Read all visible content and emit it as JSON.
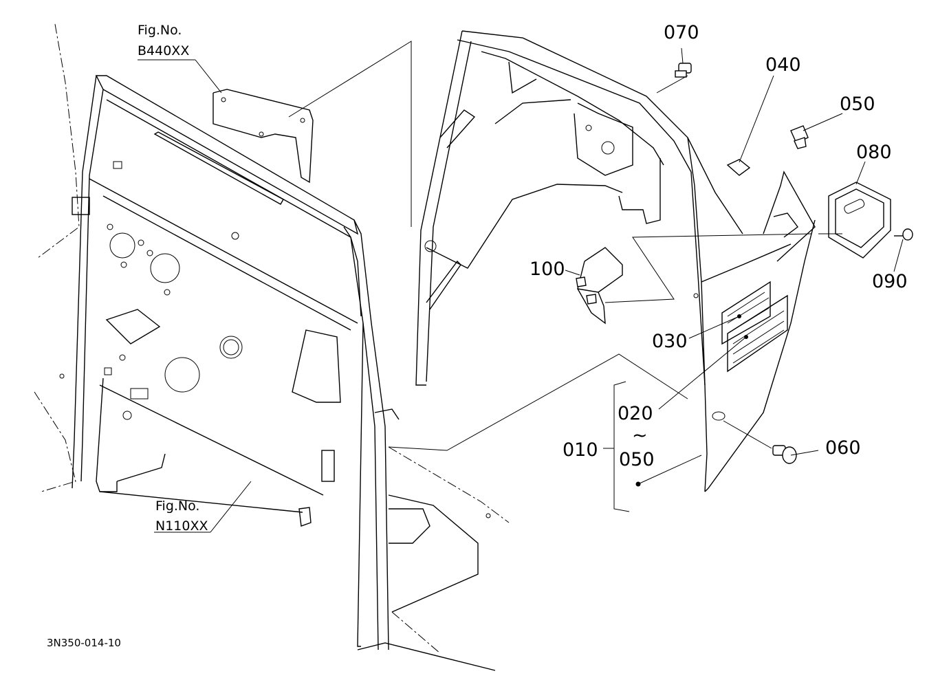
{
  "fig_refs": [
    {
      "line1": "Fig.No.",
      "line2": "B440XX"
    },
    {
      "line1": "Fig.No.",
      "line2": "N110XX"
    }
  ],
  "part_labels": {
    "p070": "070",
    "p040": "040",
    "p050": "050",
    "p080": "080",
    "p090": "090",
    "p100": "100",
    "p030": "030",
    "p020": "020",
    "p010": "010",
    "p060": "060",
    "range_start": "020",
    "range_sep": "~",
    "range_end": "050"
  },
  "drawing_code": "3N350-014-10"
}
